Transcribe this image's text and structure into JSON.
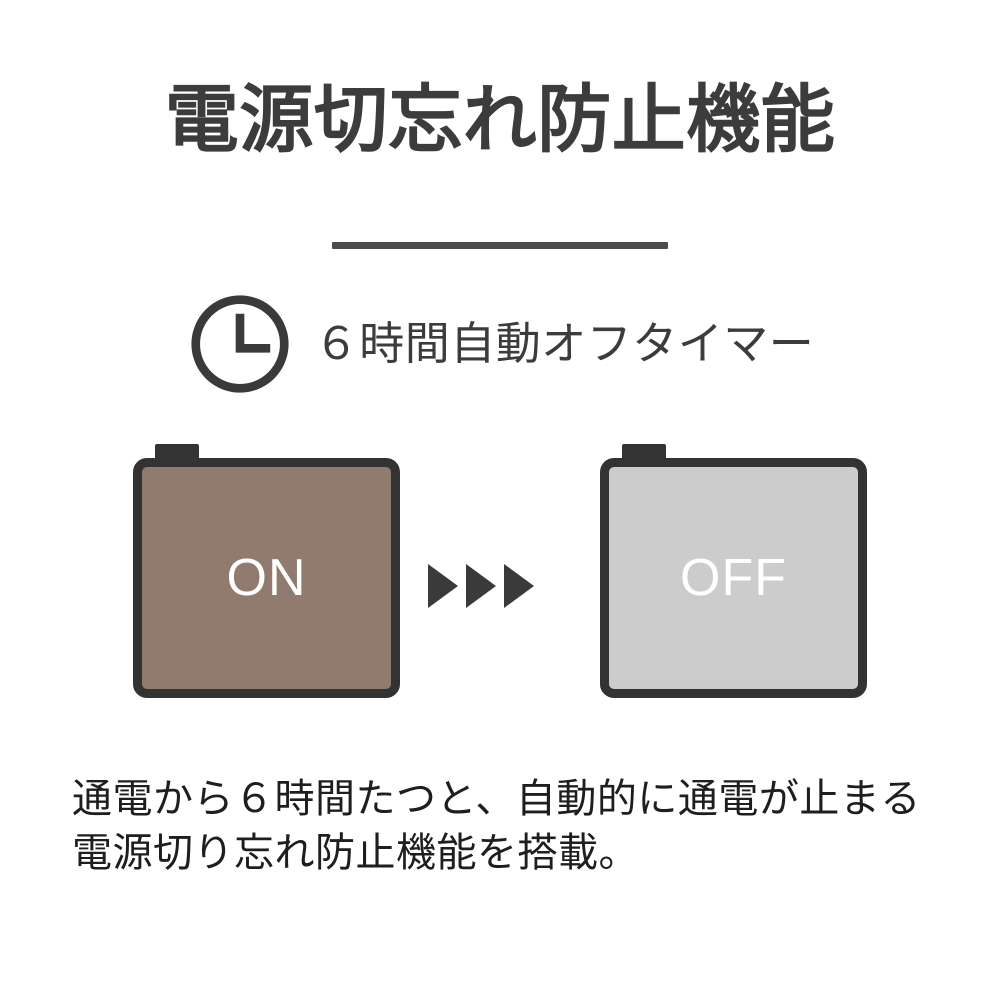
{
  "page": {
    "background_color": "#ffffff",
    "text_color": "#3c3c3c"
  },
  "title": "電源切忘れ防止機能",
  "divider": {
    "color": "#4a4a4a"
  },
  "subtitle": {
    "icon": "clock-icon",
    "text": "６時間自動オフタイマー"
  },
  "diagram": {
    "on_device": {
      "label": "ON",
      "fill_color": "#917a6e",
      "border_color": "#333333",
      "label_color": "#ffffff"
    },
    "arrows": {
      "count": 3,
      "direction": "right",
      "color": "#3a3a3a"
    },
    "off_device": {
      "label": "OFF",
      "fill_color": "#cccccc",
      "border_color": "#333333",
      "label_color": "#ffffff"
    }
  },
  "caption": {
    "line1": "通電から６時間たつと、自動的に通電が止まる",
    "line2": "電源切り忘れ防止機能を搭載。"
  }
}
